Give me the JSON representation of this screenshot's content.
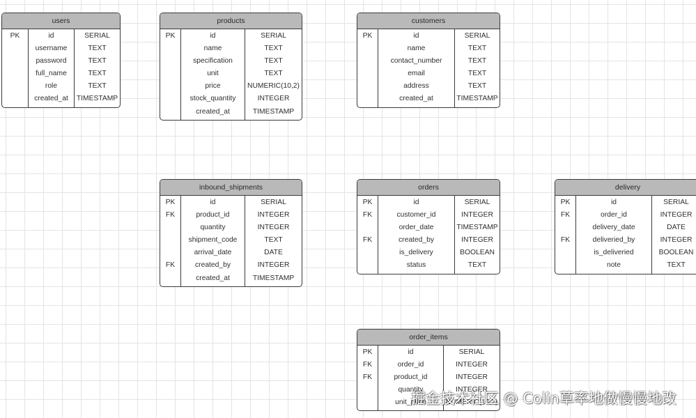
{
  "diagram": {
    "tables": [
      {
        "title": "users",
        "columns": [
          {
            "key": "PK",
            "name": "id",
            "type": "SERIAL"
          },
          {
            "key": "",
            "name": "username",
            "type": "TEXT"
          },
          {
            "key": "",
            "name": "password",
            "type": "TEXT"
          },
          {
            "key": "",
            "name": "full_name",
            "type": "TEXT"
          },
          {
            "key": "",
            "name": "role",
            "type": "TEXT"
          },
          {
            "key": "",
            "name": "created_at",
            "type": "TIMESTAMP"
          }
        ]
      },
      {
        "title": "products",
        "columns": [
          {
            "key": "PK",
            "name": "id",
            "type": "SERIAL"
          },
          {
            "key": "",
            "name": "name",
            "type": "TEXT"
          },
          {
            "key": "",
            "name": "specification",
            "type": "TEXT"
          },
          {
            "key": "",
            "name": "unit",
            "type": "TEXT"
          },
          {
            "key": "",
            "name": "price",
            "type": "NUMERIC(10,2)"
          },
          {
            "key": "",
            "name": "stock_quantity",
            "type": "INTEGER"
          },
          {
            "key": "",
            "name": "created_at",
            "type": "TIMESTAMP"
          }
        ]
      },
      {
        "title": "customers",
        "columns": [
          {
            "key": "PK",
            "name": "id",
            "type": "SERIAL"
          },
          {
            "key": "",
            "name": "name",
            "type": "TEXT"
          },
          {
            "key": "",
            "name": "contact_number",
            "type": "TEXT"
          },
          {
            "key": "",
            "name": "email",
            "type": "TEXT"
          },
          {
            "key": "",
            "name": "address",
            "type": "TEXT"
          },
          {
            "key": "",
            "name": "created_at",
            "type": "TIMESTAMP"
          }
        ]
      },
      {
        "title": "inbound_shipments",
        "columns": [
          {
            "key": "PK",
            "name": "id",
            "type": "SERIAL"
          },
          {
            "key": "FK",
            "name": "product_id",
            "type": "INTEGER"
          },
          {
            "key": "",
            "name": "quantity",
            "type": "INTEGER"
          },
          {
            "key": "",
            "name": "shipment_code",
            "type": "TEXT"
          },
          {
            "key": "",
            "name": "arrival_date",
            "type": "DATE"
          },
          {
            "key": "FK",
            "name": "created_by",
            "type": "INTEGER"
          },
          {
            "key": "",
            "name": "created_at",
            "type": "TIMESTAMP"
          }
        ]
      },
      {
        "title": "orders",
        "columns": [
          {
            "key": "PK",
            "name": "id",
            "type": "SERIAL"
          },
          {
            "key": "FK",
            "name": "customer_id",
            "type": "INTEGER"
          },
          {
            "key": "",
            "name": "order_date",
            "type": "TIMESTAMP"
          },
          {
            "key": "FK",
            "name": "created_by",
            "type": "INTEGER"
          },
          {
            "key": "",
            "name": "is_delivery",
            "type": "BOOLEAN"
          },
          {
            "key": "",
            "name": "status",
            "type": "TEXT"
          }
        ]
      },
      {
        "title": "delivery",
        "columns": [
          {
            "key": "PK",
            "name": "id",
            "type": "SERIAL"
          },
          {
            "key": "FK",
            "name": "order_id",
            "type": "INTEGER"
          },
          {
            "key": "",
            "name": "delivery_date",
            "type": "DATE"
          },
          {
            "key": "FK",
            "name": "deliveried_by",
            "type": "INTEGER"
          },
          {
            "key": "",
            "name": "is_deliveried",
            "type": "BOOLEAN"
          },
          {
            "key": "",
            "name": "note",
            "type": "TEXT"
          }
        ]
      },
      {
        "title": "order_items",
        "columns": [
          {
            "key": "PK",
            "name": "id",
            "type": "SERIAL"
          },
          {
            "key": "FK",
            "name": "order_id",
            "type": "INTEGER"
          },
          {
            "key": "FK",
            "name": "product_id",
            "type": "INTEGER"
          },
          {
            "key": "",
            "name": "quantity",
            "type": "INTEGER"
          },
          {
            "key": "",
            "name": "unit_price",
            "type": "NUMERIC(10,2)"
          }
        ]
      }
    ]
  },
  "watermark": {
    "text": "掘金技术社区 @ Colin草率地做慢慢地改"
  }
}
